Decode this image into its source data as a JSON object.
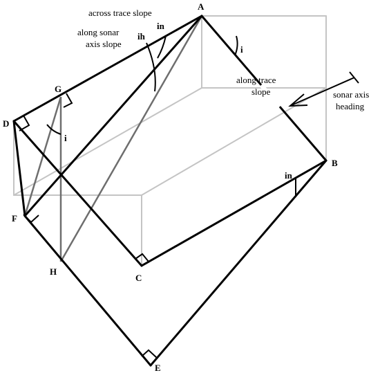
{
  "points": {
    "A": "A",
    "B": "B",
    "C": "C",
    "D": "D",
    "E": "E",
    "F": "F",
    "G": "G",
    "H": "H"
  },
  "labels": {
    "across_trace_slope": "across trace slope",
    "along_sonar_axis_slope_line1": "along sonar",
    "along_sonar_axis_slope_line2": "axis slope",
    "along_trace_slope_line1": "along trace",
    "along_trace_slope_line2": "slope",
    "sonar_axis_heading_line1": "sonar axis",
    "sonar_axis_heading_line2": "heading"
  },
  "angles": {
    "in_top": "in",
    "ih": "ih",
    "i_near_A": "i",
    "i_near_D": "i",
    "in_near_B": "in"
  }
}
